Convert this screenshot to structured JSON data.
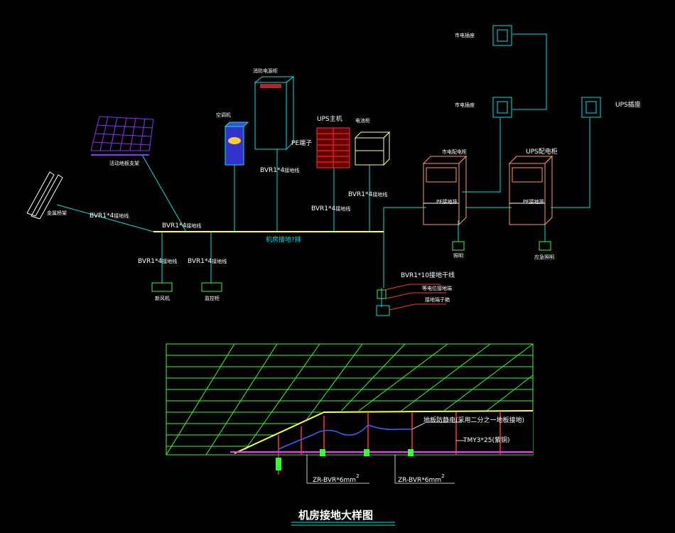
{
  "title": "机房接地大样图",
  "labels": {
    "mains_outlet": "市电插座",
    "mains_outlet2": "市电插座",
    "ups_outlet": "UPS插座",
    "fire_cabinet": "消防电源柜",
    "ac_unit": "空调机",
    "ups_host": "UPS主机",
    "battery_rack": "电池柜",
    "pe_terminal": "PE端子",
    "mains_panel": "市电配电柜",
    "ups_panel": "UPS配电柜",
    "pe_bar1": "PE接地排",
    "pe_bar2": "PE接地排",
    "floor_bracket": "活动地板支架",
    "cable_tray": "金属桥架",
    "bus_label": "机房接地?排",
    "wire_bvr4": "BVR1*4",
    "wire_bvr4_suffix": "接地线",
    "wire_bvr10": "BVR1*10接地干线",
    "equip_ground": "等电位接地端",
    "ground_terminal": "接地端子箱",
    "dev1": "照明",
    "dev2": "应急照明",
    "dev3": "新风机",
    "dev4": "监控柜",
    "floor_ground": "地板防静电(采用二分之一地板接地)",
    "tmy": "TMY3*25(紫铜)",
    "wire_zr1": "ZR-BVR*6mm",
    "wire_zr2": "ZR-BVR*6mm",
    "sup2": "2"
  },
  "colors": {
    "background": "#000000",
    "cyan": "#00e5e5",
    "yellow": "#ffff33",
    "green": "#33ff33",
    "red": "#ff3333",
    "magenta": "#ff33ff",
    "blue": "#3366ff",
    "purple": "#8833ff",
    "white": "#ffffff",
    "orange": "#ff9966"
  }
}
